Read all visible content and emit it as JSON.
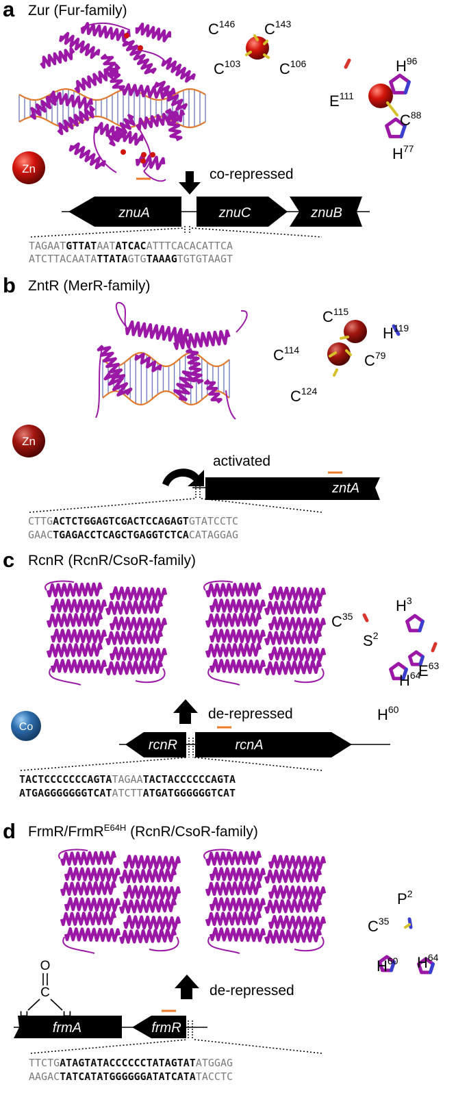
{
  "panels": [
    {
      "letter": "a",
      "title": "Zur (Fur-family)",
      "metal": "Zn",
      "metal_color": "#c8160f",
      "arrow_label": "co-repressed",
      "genes": [
        "znuA",
        "znuC",
        "znuB"
      ],
      "site1": [
        {
          "res": "C",
          "num": "146"
        },
        {
          "res": "C",
          "num": "143"
        },
        {
          "res": "C",
          "num": "103"
        },
        {
          "res": "C",
          "num": "106"
        }
      ],
      "site2": [
        {
          "res": "H",
          "num": "96"
        },
        {
          "res": "E",
          "num": "111"
        },
        {
          "res": "C",
          "num": "88"
        },
        {
          "res": "H",
          "num": "77"
        }
      ],
      "seq_top": [
        {
          "t": "TAGAAT",
          "b": false
        },
        {
          "t": "GTTAT",
          "b": true
        },
        {
          "t": "AAT",
          "b": false
        },
        {
          "t": "ATCAC",
          "b": true
        },
        {
          "t": "ATTTCACACATTCA",
          "b": false
        }
      ],
      "seq_bottom": [
        {
          "t": "ATCTTACAATA",
          "b": false
        },
        {
          "t": "TTATA",
          "b": true
        },
        {
          "t": "GTG",
          "b": false
        },
        {
          "t": "TAAAG",
          "b": true
        },
        {
          "t": "TGTGTAAGT",
          "b": false
        }
      ]
    },
    {
      "letter": "b",
      "title": "ZntR (MerR-family)",
      "metal": "Zn",
      "metal_color": "#a01814",
      "arrow_label": "activated",
      "genes": [
        "zntA"
      ],
      "site1": [
        {
          "res": "C",
          "num": "115"
        },
        {
          "res": "H",
          "num": "119"
        },
        {
          "res": "C",
          "num": "114"
        },
        {
          "res": "C",
          "num": "79"
        },
        {
          "res": "C",
          "num": "124"
        }
      ],
      "seq_top": [
        {
          "t": "CTTG",
          "b": false
        },
        {
          "t": "ACTCTGGAGTCGACTCCAGAGT",
          "b": true
        },
        {
          "t": "GTATCCTC",
          "b": false
        }
      ],
      "seq_bottom": [
        {
          "t": "GAAC",
          "b": false
        },
        {
          "t": "TGAGACCTCAGCTGAGGTCTCA",
          "b": true
        },
        {
          "t": "CATAGGAG",
          "b": false
        }
      ]
    },
    {
      "letter": "c",
      "title": "RcnR (RcnR/CsoR-family)",
      "metal": "Co",
      "metal_color": "#2f6fb1",
      "arrow_label": "de-repressed",
      "genes": [
        "rcnR",
        "rcnA"
      ],
      "site1": [
        {
          "res": "H",
          "num": "3"
        },
        {
          "res": "C",
          "num": "35"
        },
        {
          "res": "S",
          "num": "2"
        },
        {
          "res": "E",
          "num": "63"
        },
        {
          "res": "H",
          "num": "64"
        },
        {
          "res": "H",
          "num": "60"
        }
      ],
      "seq_top": [
        {
          "t": "TACTCCCCCCCAGTA",
          "b": true
        },
        {
          "t": "TAGAA",
          "b": false
        },
        {
          "t": "TACTACCCCCCAGTA",
          "b": true
        }
      ],
      "seq_bottom": [
        {
          "t": "ATGAGGGGGGGTCAT",
          "b": true
        },
        {
          "t": "ATCTT",
          "b": false
        },
        {
          "t": "ATGATGGGGGGTCAT",
          "b": true
        }
      ]
    },
    {
      "letter": "d",
      "title": "FrmR/FrmR",
      "title_sup": "E64H",
      "title_tail": " (RcnR/CsoR-family)",
      "arrow_label": "de-repressed",
      "genes": [
        "frmA",
        "frmR"
      ],
      "molecule": {
        "o": "O",
        "c": "C",
        "h": "H"
      },
      "site1": [
        {
          "res": "P",
          "num": "2"
        },
        {
          "res": "C",
          "num": "35"
        },
        {
          "res": "H",
          "num": "60"
        },
        {
          "res": "H",
          "num": "64"
        }
      ],
      "seq_top": [
        {
          "t": "TTCTG",
          "b": false
        },
        {
          "t": "ATAGTATACCCCCCTATAGTAT",
          "b": true
        },
        {
          "t": "ATGGAG",
          "b": false
        }
      ],
      "seq_bottom": [
        {
          "t": "AAGAC",
          "b": false
        },
        {
          "t": "TATCATATGGGGGGATATCATA",
          "b": true
        },
        {
          "t": "TACCTC",
          "b": false
        }
      ]
    }
  ],
  "colors": {
    "protein": "#9b18a6",
    "protein_dark": "#6d0f77",
    "sulfur": "#d6c02a",
    "nitrogen": "#3a3fd0",
    "oxygen": "#d8362c",
    "dna_blue": "#5a66b8",
    "dna_orange": "#e07a2a",
    "site_mark": "#f07a2a",
    "metal_red": "#d0140c"
  }
}
